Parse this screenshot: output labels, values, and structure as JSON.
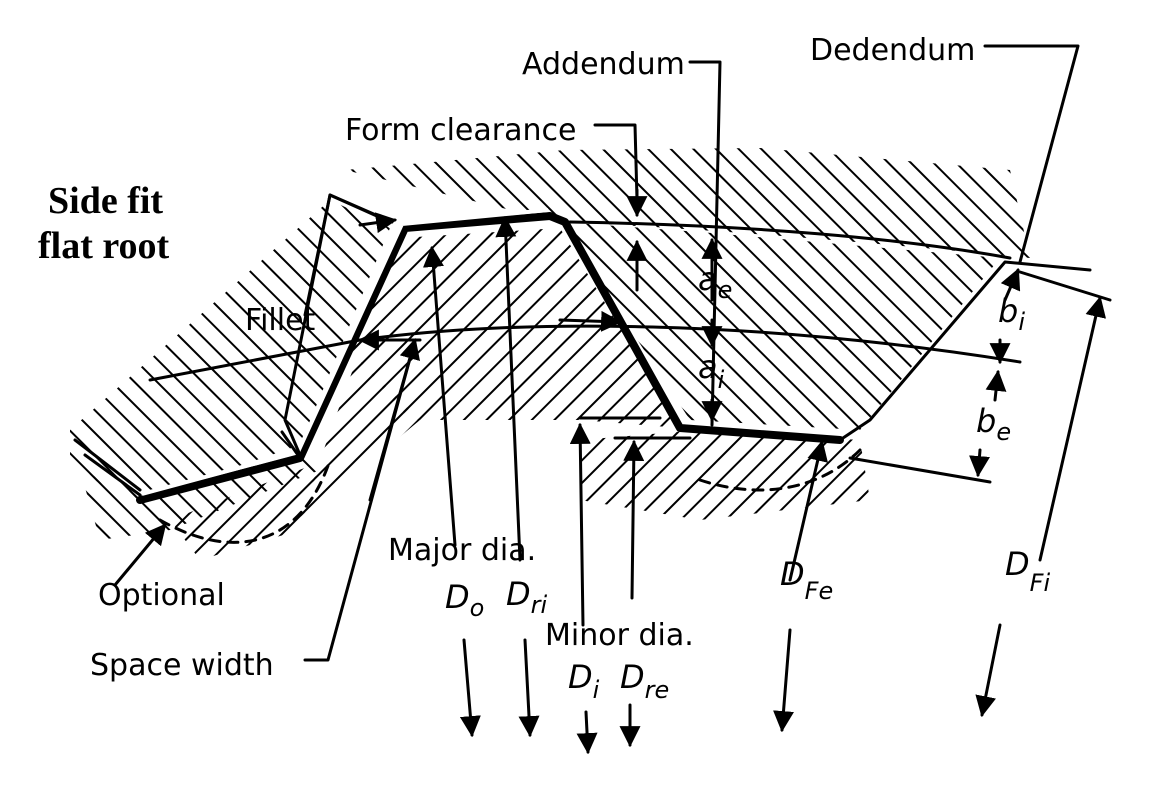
{
  "title": {
    "line1": "Side fit",
    "line2": "flat root"
  },
  "labels": {
    "addendum": "Addendum",
    "dedendum": "Dedendum",
    "form_clearance": "Form clearance",
    "fillet": "Fillet",
    "optional": "Optional",
    "space_width": "Space width",
    "major_dia": "Major dia.",
    "minor_dia": "Minor dia."
  },
  "symbols": {
    "D_o": {
      "base": "D",
      "sub": "o"
    },
    "D_ri": {
      "base": "D",
      "sub": "ri"
    },
    "D_i": {
      "base": "D",
      "sub": "i"
    },
    "D_re": {
      "base": "D",
      "sub": "re"
    },
    "D_Fe": {
      "base": "D",
      "sub": "Fe"
    },
    "D_Fi": {
      "base": "D",
      "sub": "Fi"
    },
    "a_e": {
      "base": "a",
      "sub": "e"
    },
    "a_i": {
      "base": "a",
      "sub": "i"
    },
    "b_i": {
      "base": "b",
      "sub": "i"
    },
    "b_e": {
      "base": "b",
      "sub": "e"
    }
  }
}
